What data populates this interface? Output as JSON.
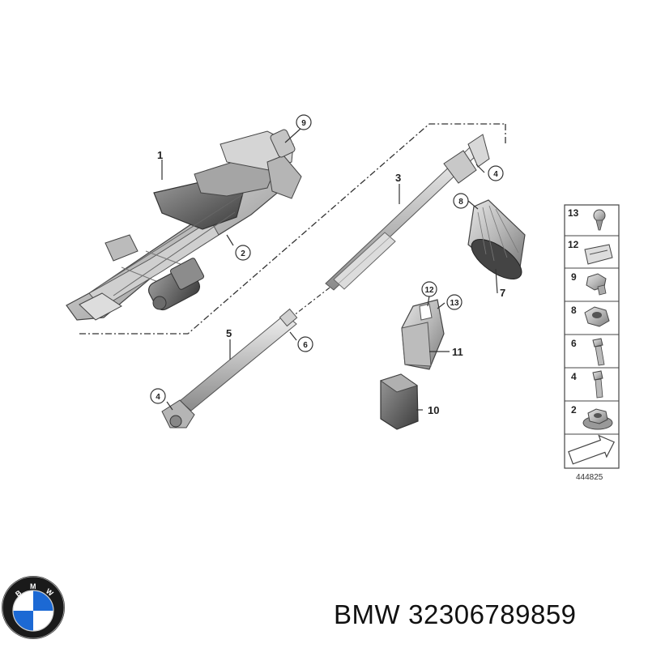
{
  "diagram": {
    "callouts": {
      "c1": "1",
      "c2": "2",
      "c3": "3",
      "c4a": "4",
      "c4b": "4",
      "c5": "5",
      "c6": "6",
      "c7": "7",
      "c8": "8",
      "c9": "9",
      "c10": "10",
      "c11": "11",
      "c12": "12",
      "c13": "13"
    },
    "legend": {
      "items": [
        "13",
        "12",
        "9",
        "8",
        "6",
        "4",
        "2"
      ],
      "drawing_number": "444825"
    }
  },
  "footer": {
    "brand": "BMW",
    "part_number": "32306789859"
  },
  "logo": {
    "letters": "BMW",
    "colors": {
      "blue": "#1c69d4",
      "white": "#ffffff",
      "ring": "#1a1a1a"
    }
  }
}
